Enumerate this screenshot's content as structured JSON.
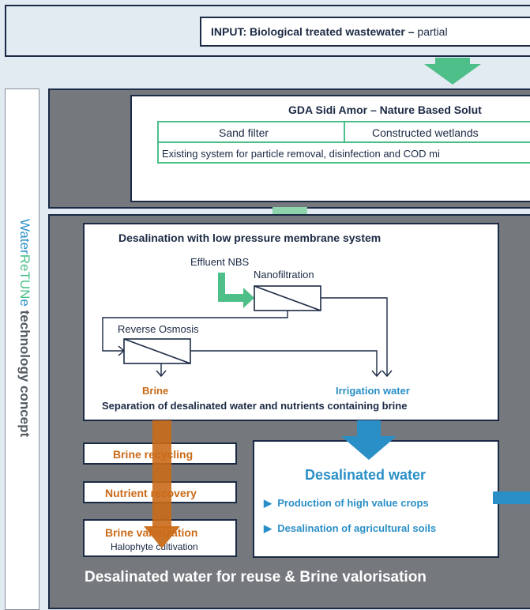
{
  "input_bar": {
    "label_bold": "INPUT: Biological treated wastewater –",
    "label_rest": " partial"
  },
  "side_label": {
    "brand_part1": "Water",
    "brand_part2": "ReTUN",
    "brand_part3": "e",
    "rest": " technology concept"
  },
  "gda_panel": {
    "title": "GDA Sidi Amor – Nature Based Solut",
    "cell_sand_filter": "Sand filter",
    "cell_wetlands": "Constructed wetlands",
    "existing_system": "Existing system for particle removal, disinfection and COD mi"
  },
  "desal_panel": {
    "title": "Desalination with low pressure membrane system",
    "effluent_label": "Effluent NBS",
    "nanofiltration_label": "Nanofiltration",
    "reverse_osmosis_label": "Reverse Osmosis",
    "brine_label": "Brine",
    "irrigation_label": "Irrigation water",
    "separation_text": "Separation of desalinated water and nutrients containing brine"
  },
  "brine_steps": {
    "recycling": "Brine recycling",
    "nutrient_recovery": "Nutrient recovery",
    "valorization": "Brine valorization",
    "halophyte": "Halophyte cultivation"
  },
  "desalinated_box": {
    "title": "Desalinated water",
    "bullet1": "Production of high value crops",
    "bullet2": "Desalination of agricultural soils"
  },
  "footer": "Desalinated water for reuse & Brine valorisation",
  "colors": {
    "green_arrow": "#4fbf8a",
    "light_green_arrow": "#8fd3ad",
    "teal": "#4cc08a",
    "blue": "#2a8fc7",
    "orange": "#c96a18",
    "dark_panel": "#75787d",
    "page_bg": "#e2eaf2",
    "navy": "#1b2a45"
  }
}
